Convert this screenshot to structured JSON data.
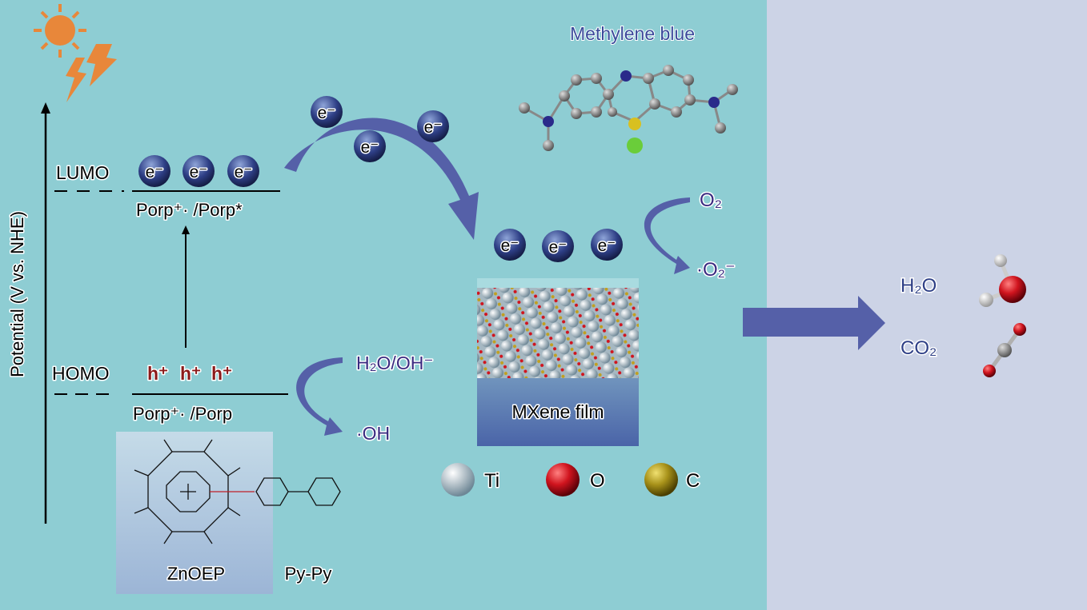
{
  "axis": {
    "label": "Potential (V vs. NHE)"
  },
  "levels": {
    "lumo": {
      "label": "LUMO",
      "couple": "Porp⁺· /Porp*"
    },
    "homo": {
      "label": "HOMO",
      "couple": "Porp⁺· /Porp"
    }
  },
  "electron": "e⁻",
  "hole": "h⁺",
  "molecules": {
    "donor": "ZnOEP",
    "linker": "Py-Py",
    "dye": "Methylene blue"
  },
  "film": {
    "label": "MXene film"
  },
  "legend": [
    {
      "element": "Ti",
      "color": "#b8ccd8"
    },
    {
      "element": "O",
      "color": "#d0141e"
    },
    {
      "element": "C",
      "color": "#a8921a"
    }
  ],
  "reactions": {
    "o2": "O₂",
    "superoxide": "·O₂⁻",
    "water_hydroxide": "H₂O/OH⁻",
    "hydroxyl": "·OH"
  },
  "products": {
    "water": "H₂O",
    "co2": "CO₂"
  },
  "colors": {
    "panel": "#8ecdd3",
    "right_panel": "#ccd3e6",
    "arrow": "#5560a8",
    "electron": "#2e3f86"
  }
}
